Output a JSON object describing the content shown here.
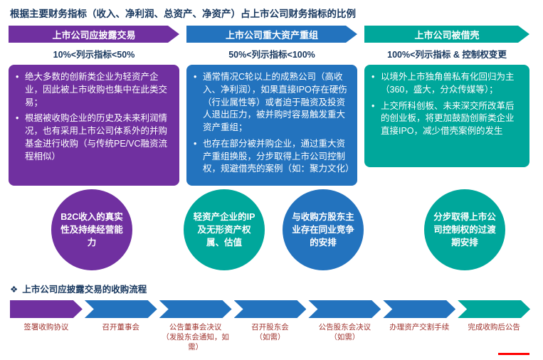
{
  "title": "根据主要财务指标（收入、净利润、总资产、净资产）占上市公司财务指标的比例",
  "bullet_char": "•",
  "colors": {
    "purple": "#7030A0",
    "blue": "#2373BE",
    "teal": "#00A79B",
    "heading_navy": "#17375E",
    "step_label_red": "#A03530",
    "mark_red": "#FF0000"
  },
  "columns": [
    {
      "header": "上市公司应披露交易",
      "threshold": "10%<列示指标<50%",
      "bullets": [
        "绝大多数的创新类企业为轻资产企业，因此被上市收购也集中在此类交易；",
        "根据被收购企业的历史及未来利润情况，也有采用上市公司体系外的并购基金进行收购（与传统PE/VC融资流程相似）"
      ]
    },
    {
      "header": "上市公司重大资产重组",
      "threshold": "50%<列示指标<100%",
      "bullets": [
        "通常情况C轮以上的成熟公司（高收入、净利润），如果直接IPO存在硬伤（行业属性等）或者迫于融资及投资人退出压力，被并购时容易触发重大资产重组；",
        "也存在部分被并购企业，通过重大资产重组换股，分步取得上市公司控制权，规避借壳的案例（如：聚力文化）"
      ]
    },
    {
      "header": "上市公司被借壳",
      "threshold": "100%<列示指标 & 控制权变更",
      "bullets": [
        "以境外上市独角兽私有化回归为主（360，盛大，分众传媒等）；",
        "上交所科创板、未来深交所改革后的创业板，将更加鼓励创新类企业直接IPO，减少借壳案例的发生"
      ]
    }
  ],
  "circles": [
    {
      "text": "B2C收入的真实性及持续经营能力"
    },
    {
      "text": "轻资产企业的IP及无形资产权属、估值"
    },
    {
      "text": "与收购方股东主业存在同业竞争的安排"
    },
    {
      "text": "分步取得上市公司控制权的过渡期安排"
    }
  ],
  "process": {
    "icon": "❖",
    "title": "上市公司应披露交易的收购流程",
    "steps": [
      {
        "label": "签署收购协议",
        "sublabel": ""
      },
      {
        "label": "召开董事会",
        "sublabel": ""
      },
      {
        "label": "公告董事会决议",
        "sublabel": "（发股东会通知，如需）"
      },
      {
        "label": "召开股东会",
        "sublabel": "（如需）"
      },
      {
        "label": "公告股东会决议",
        "sublabel": "（如需）"
      },
      {
        "label": "办理资产交割手续",
        "sublabel": ""
      },
      {
        "label": "完成收购后公告",
        "sublabel": ""
      }
    ]
  }
}
